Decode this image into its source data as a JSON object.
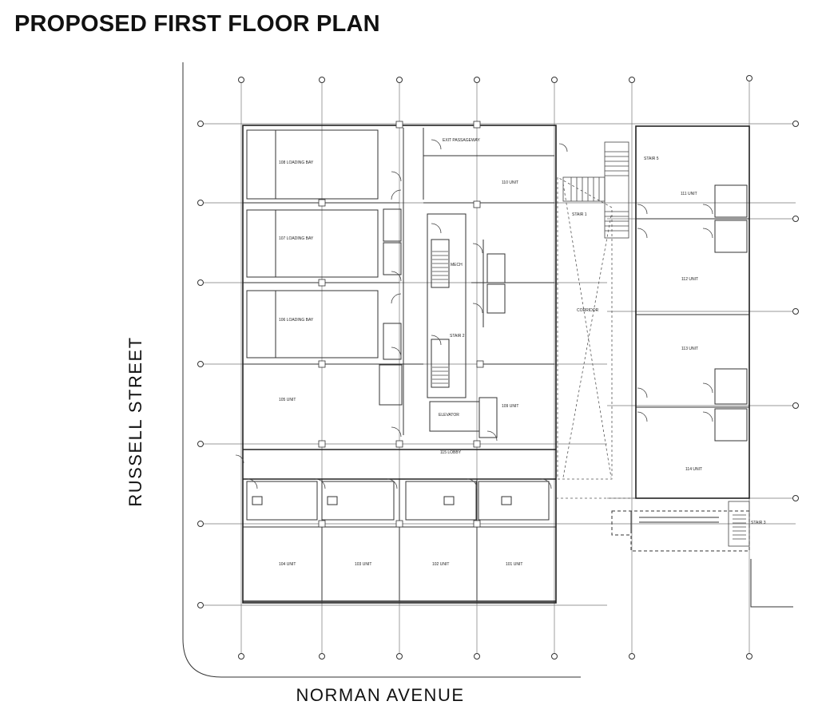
{
  "title": "PROPOSED FIRST FLOOR PLAN",
  "streets": {
    "left": "RUSSELL STREET",
    "bottom": "NORMAN AVENUE"
  },
  "rooms": [
    {
      "id": "loading-bay-108",
      "label": "108 LOADING BAY"
    },
    {
      "id": "loading-bay-107",
      "label": "107 LOADING BAY"
    },
    {
      "id": "loading-bay-106",
      "label": "106 LOADING BAY"
    },
    {
      "id": "unit-105",
      "label": "105 UNIT"
    },
    {
      "id": "unit-104",
      "label": "104 UNIT"
    },
    {
      "id": "unit-103",
      "label": "103 UNIT"
    },
    {
      "id": "unit-102",
      "label": "102 UNIT"
    },
    {
      "id": "unit-101",
      "label": "101 UNIT"
    },
    {
      "id": "unit-110",
      "label": "110 UNIT"
    },
    {
      "id": "unit-109",
      "label": "109 UNIT"
    },
    {
      "id": "unit-111",
      "label": "111 UNIT"
    },
    {
      "id": "unit-112",
      "label": "112 UNIT"
    },
    {
      "id": "unit-113",
      "label": "113 UNIT"
    },
    {
      "id": "unit-114",
      "label": "114 UNIT"
    },
    {
      "id": "lobby",
      "label": "115 LOBBY"
    },
    {
      "id": "elevator",
      "label": "ELEVATOR"
    },
    {
      "id": "exit-passageway",
      "label": "EXIT PASSAGEWAY"
    },
    {
      "id": "stair-1",
      "label": "STAIR 1"
    },
    {
      "id": "stair-2",
      "label": "STAIR 2"
    },
    {
      "id": "stair-3",
      "label": "STAIR 3"
    },
    {
      "id": "stair-5",
      "label": "STAIR 5"
    },
    {
      "id": "mech",
      "label": "MECH"
    },
    {
      "id": "corridor",
      "label": "CORRIDOR"
    }
  ]
}
